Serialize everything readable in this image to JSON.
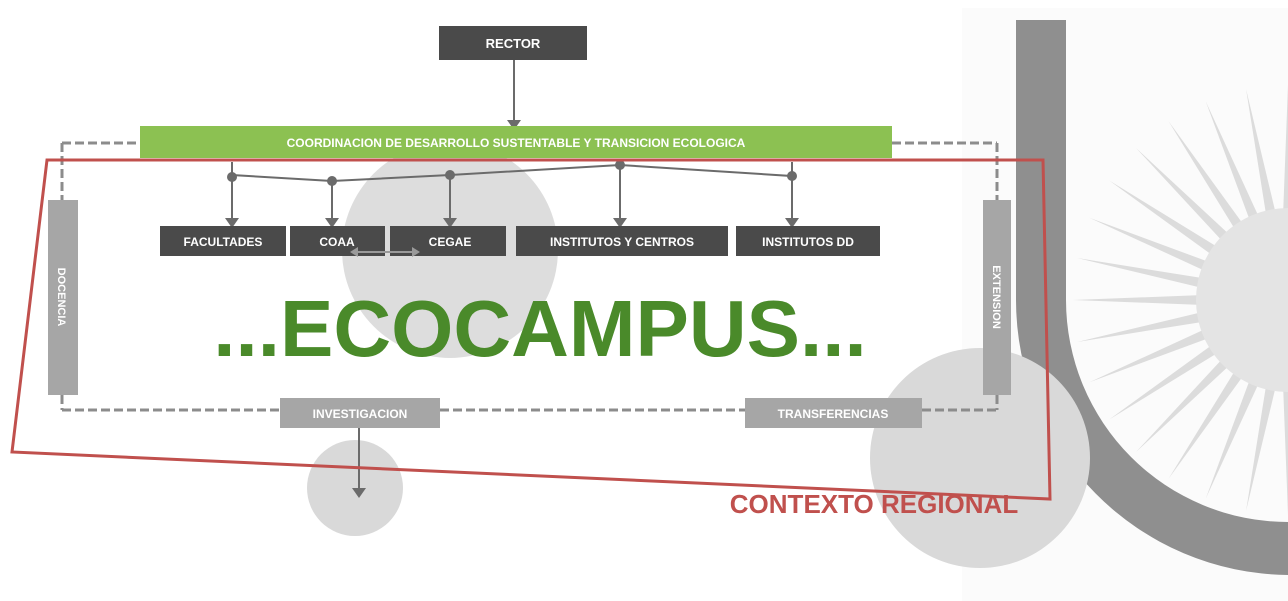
{
  "nodes": {
    "rector": "RECTOR",
    "coordination": "COORDINACION DE DESARROLLO SUSTENTABLE Y TRANSICION ECOLOGICA",
    "facultades": "FACULTADES",
    "coaa": "COAA",
    "cegae": "CEGAE",
    "institutos_centros": "INSTITUTOS Y CENTROS",
    "institutos_dd": "INSTITUTOS DD",
    "docencia": "DOCENCIA",
    "extension": "EXTENSION",
    "investigacion": "INVESTIGACION",
    "transferencias": "TRANSFERENCIAS"
  },
  "headline": "...ECOCAMPUS...",
  "context_label": "CONTEXTO REGIONAL",
  "colors": {
    "dark_box": "#4a4a4a",
    "green_bar": "#8cc152",
    "headline_green": "#4a8a2a",
    "gray_box": "#a6a6a6",
    "red_outline": "#c0504d",
    "dashed_line": "#8c8c8c",
    "circle_fill": "#d6d6d6",
    "logo_gray": "#8f8f8f"
  },
  "icons": [
    "arrow-down-icon",
    "arrow-double-horizontal-icon",
    "sun-logo-icon"
  ]
}
